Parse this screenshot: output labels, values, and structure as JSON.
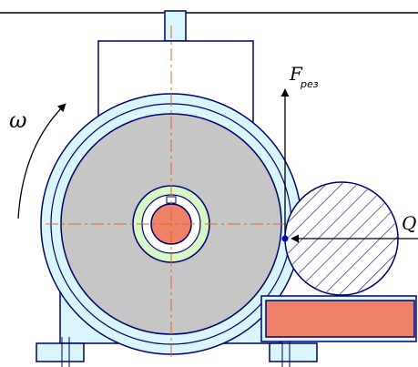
{
  "labels": {
    "omega": "ω",
    "force_main": "F",
    "force_sub": "рез",
    "load": "Q"
  },
  "colors": {
    "outline": "#00006e",
    "housing": "#d8f6fb",
    "wheel": "#c6c6c6",
    "hub": "#d8f7c6",
    "shaft": "#ed8269",
    "block": "#ed8269",
    "centerline": "#e06a20",
    "arrow": "#000000",
    "contact_point": "#0000c8"
  },
  "icons": {
    "rotation": "curved-arrow-icon",
    "force": "straight-arrow-icon",
    "workpiece_hatch": "hatch-pattern"
  }
}
